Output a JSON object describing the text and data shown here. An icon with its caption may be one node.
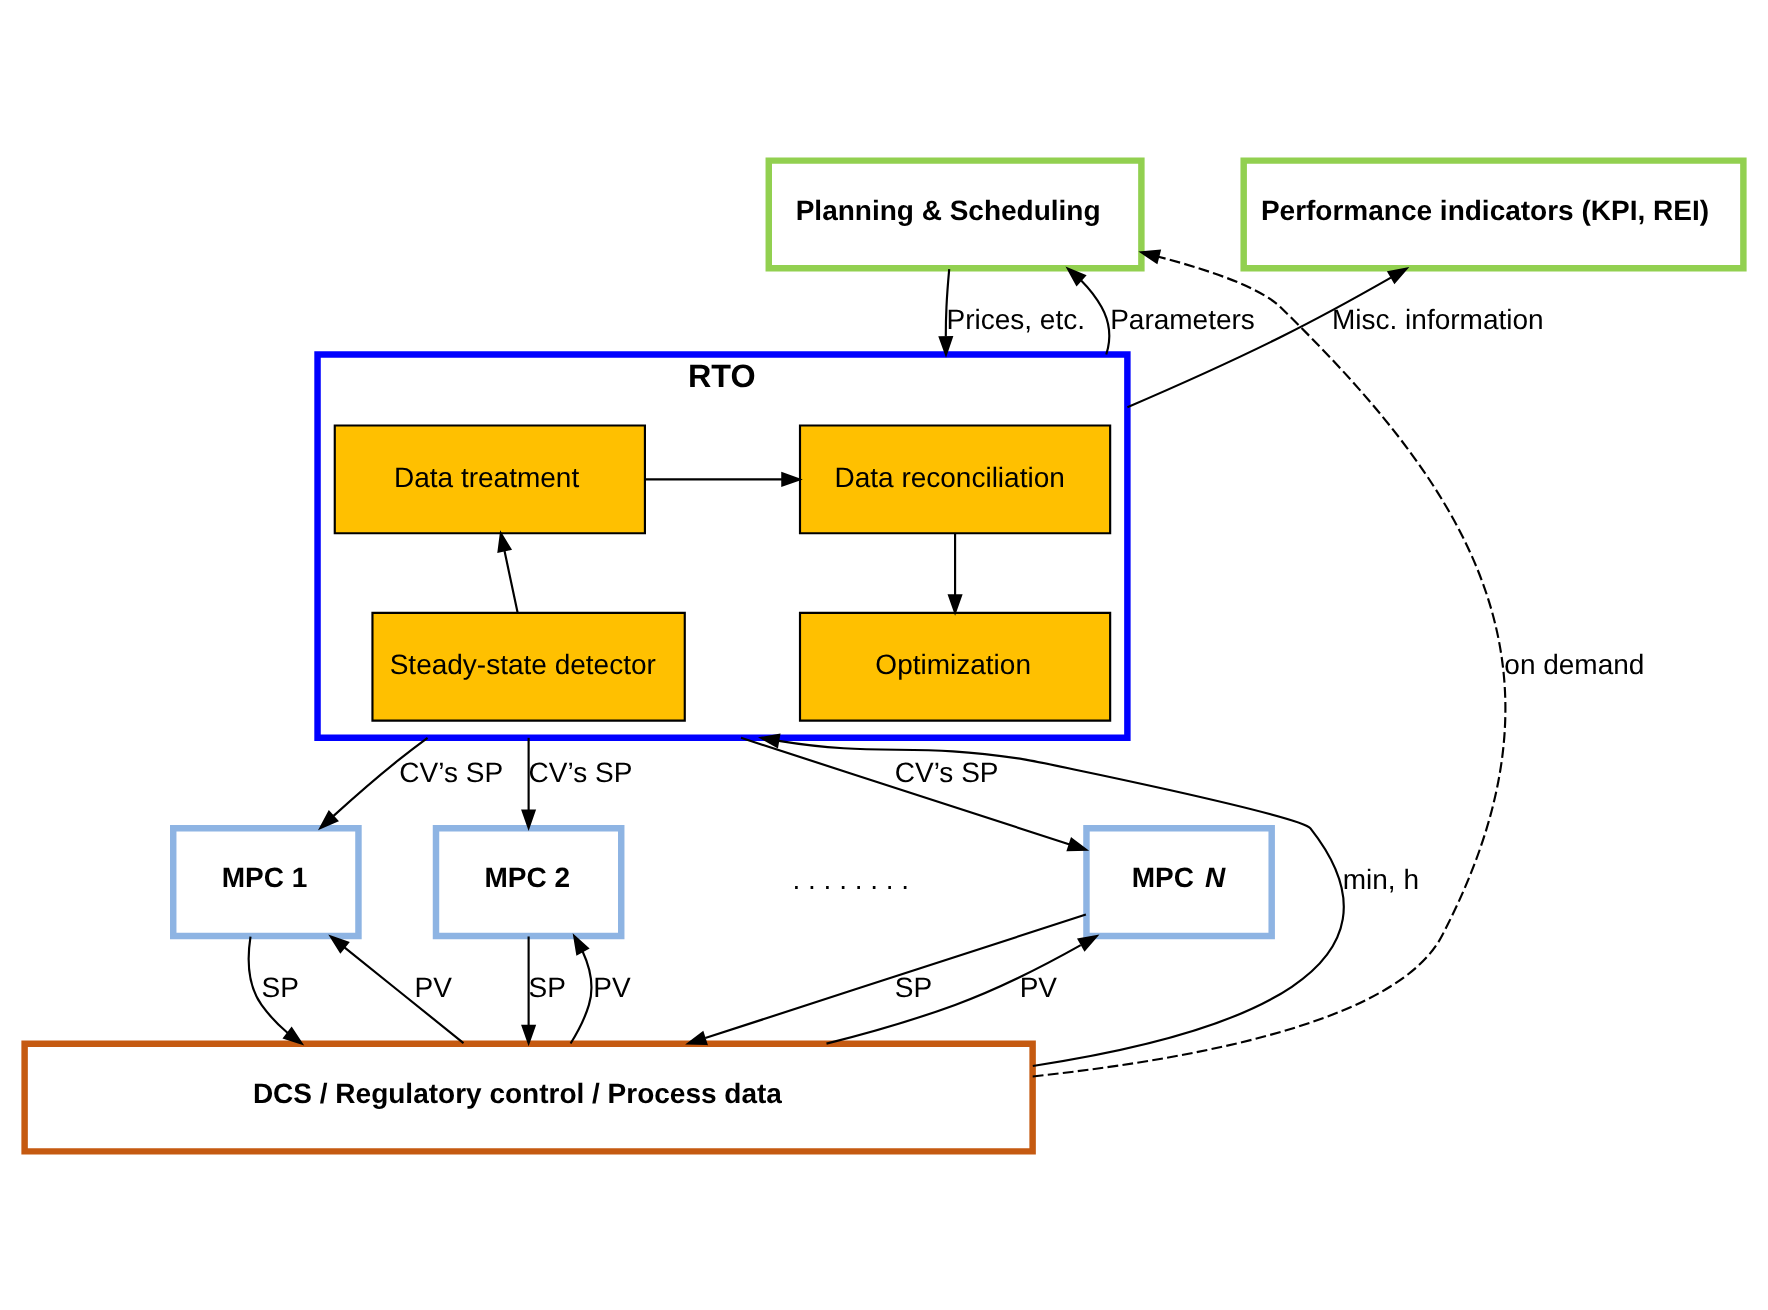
{
  "diagram": {
    "nodes": [
      {
        "text": [
          "Planning & Scheduling"
        ]
      },
      {
        "text": [
          "Performance indicators (KPI, REI)"
        ]
      },
      {
        "text": [
          "RTO"
        ]
      },
      {
        "text": [
          "Data reconciliation"
        ],
        "in": 2
      },
      {
        "text": [
          "Data treatment"
        ],
        "in": 2
      },
      {
        "text": [
          "Optimization"
        ],
        "in": 2
      },
      {
        "text": [
          "Steady-state detector"
        ],
        "in": 2
      },
      {
        "text": [
          "MPC 1"
        ]
      },
      {
        "text": [
          "MPC 2"
        ]
      },
      {
        "text": [
          "MPC *N*"
        ]
      },
      {
        "text": [
          "DCS / Regulatory control / Process data"
        ]
      }
    ],
    "edges": [
      {
        "from": 0,
        "to": 2,
        "arrow": "to",
        "label": "Prices, etc."
      },
      {
        "from": 2,
        "to": 0,
        "arrow": "to",
        "label": "Parameters"
      },
      {
        "from": 2,
        "to": 1,
        "arrow": "to",
        "label": "Misc. information"
      },
      {
        "from": 4,
        "to": 3,
        "arrow": "to"
      },
      {
        "from": 3,
        "to": 5,
        "arrow": "to"
      },
      {
        "from": 6,
        "to": 4,
        "arrow": "to"
      },
      {
        "from": 2,
        "to": 7,
        "arrow": "to",
        "label": "CV’s SP"
      },
      {
        "from": 2,
        "to": 8,
        "arrow": "to",
        "label": "CV’s SP"
      },
      {
        "from": 2,
        "to": 9,
        "arrow": "to",
        "label": "CV’s SP"
      },
      {
        "from": 7,
        "to": 10,
        "arrow": "to",
        "label": "SP"
      },
      {
        "from": 10,
        "to": 7,
        "arrow": "to",
        "label": "PV"
      },
      {
        "from": 8,
        "to": 10,
        "arrow": "to",
        "label": "SP"
      },
      {
        "from": 10,
        "to": 8,
        "arrow": "to",
        "label": "PV"
      },
      {
        "from": 9,
        "to": 10,
        "arrow": "to",
        "label": "SP"
      },
      {
        "from": 10,
        "to": 9,
        "arrow": "to",
        "label": "PV"
      },
      {
        "from": 10,
        "to": 0,
        "arrow": "to",
        "label": "on demand",
        "style": "dashed"
      },
      {
        "from": 10,
        "to": 2,
        "arrow": "to",
        "label": "min, h"
      }
    ],
    "labels": [
      ". . . . . . . ."
    ]
  }
}
